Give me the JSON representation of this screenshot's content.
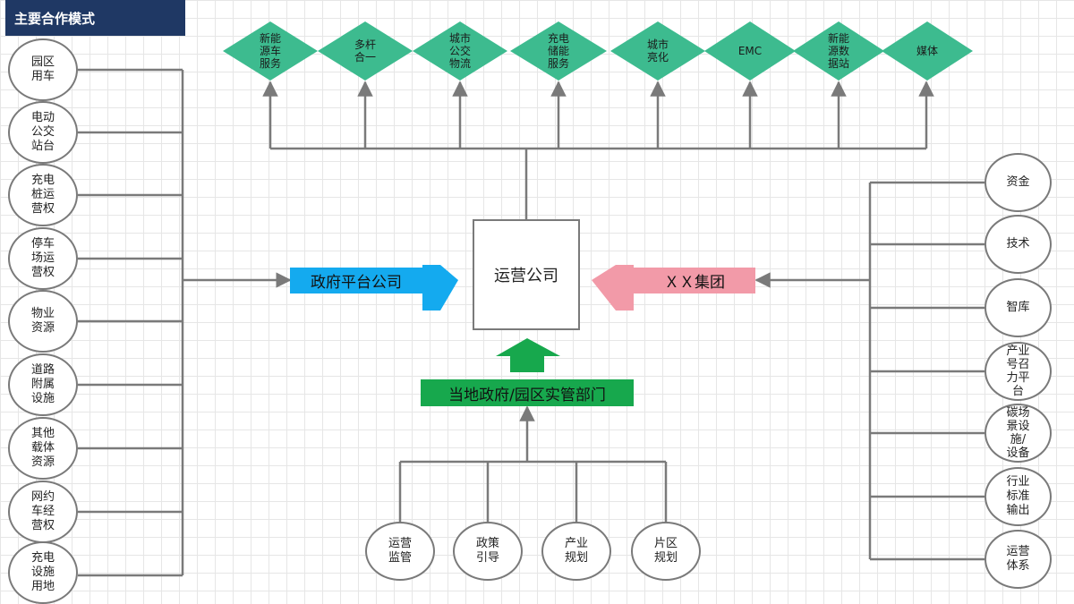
{
  "header": {
    "title": "主要合作模式"
  },
  "colors": {
    "teal": "#3dbb8f",
    "blue": "#14aaef",
    "pink": "#f29aa8",
    "green": "#17a84d",
    "line": "#7a7a7a",
    "title_bg": "#1f3864"
  },
  "center": {
    "label": "运营公司"
  },
  "gov_platform": {
    "label": "政府平台公司"
  },
  "group": {
    "label": "ＸＸ集团"
  },
  "local_gov": {
    "label": "当地政府/园区实管部门"
  },
  "top_items": [
    "新能源车服务",
    "多杆合一",
    "城市公交物流",
    "充电储能服务",
    "城市亮化",
    "EMC",
    "新能源数据站",
    "媒体"
  ],
  "left_items": [
    "园区用车",
    "电动公交站台",
    "充电桩运营权",
    "停车场运营权",
    "物业资源",
    "道路附属设施",
    "其他载体资源",
    "网约车经营权",
    "充电设施用地"
  ],
  "right_items": [
    "资金",
    "技术",
    "智库",
    "产业号召力平台",
    "碳场景设施/设备",
    "行业标准输出",
    "运营体系"
  ],
  "bottom_items": [
    "运营监管",
    "政策引导",
    "产业规划",
    "片区规划"
  ]
}
